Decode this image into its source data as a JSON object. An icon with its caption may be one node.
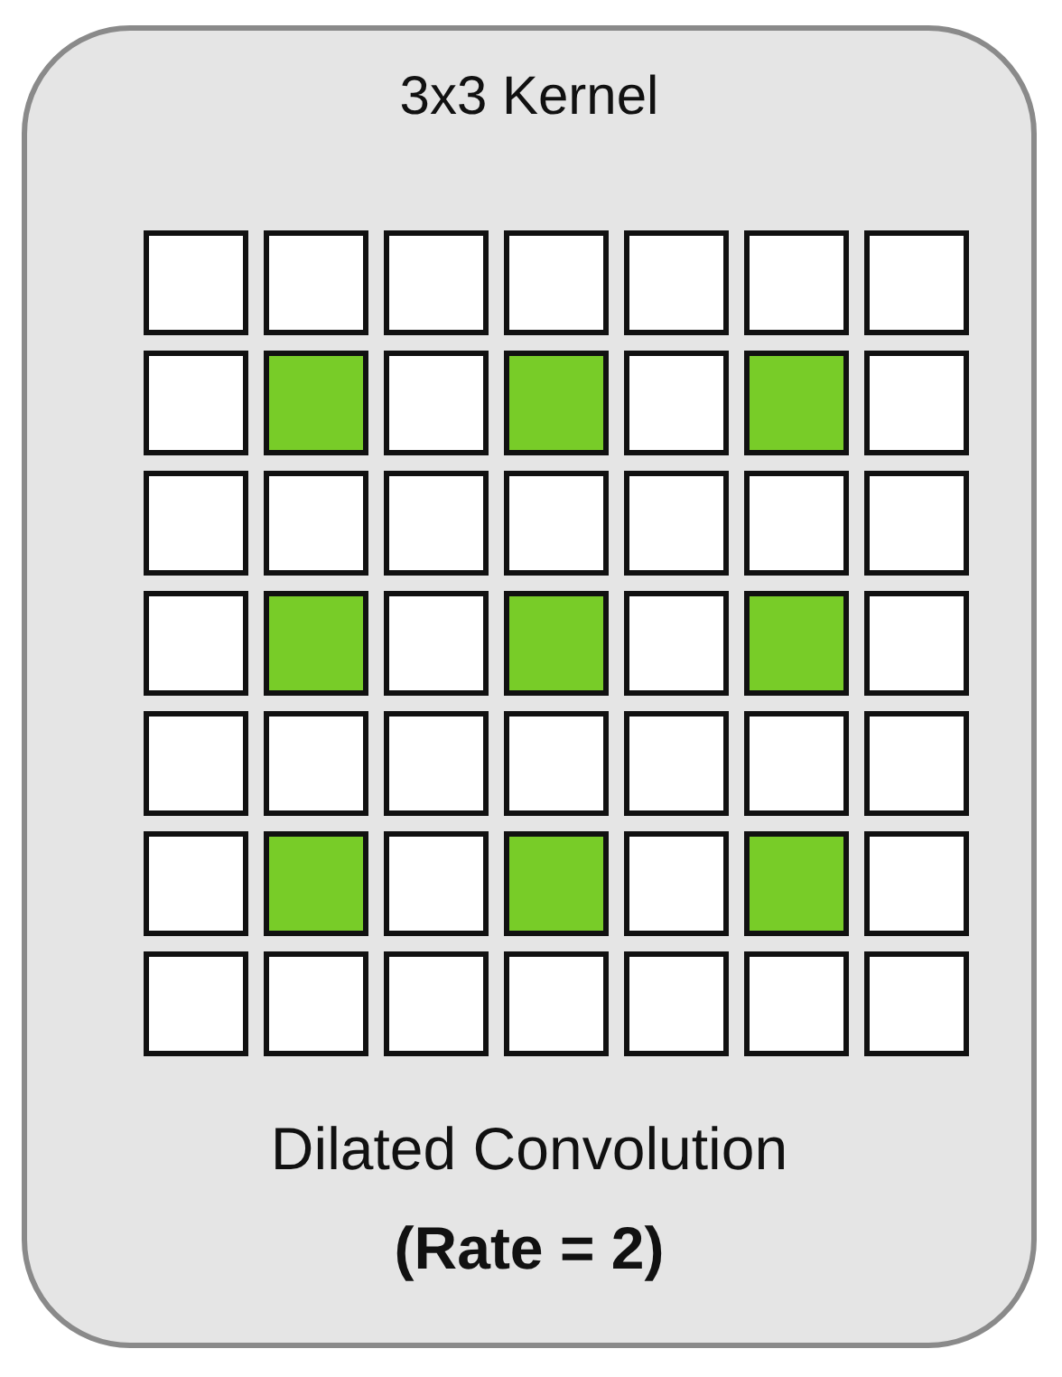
{
  "diagram": {
    "nodes": [
      {
        "text": [
          "3x3 Kernel",
          "Dilated Convolution",
          "(Rate = 2)"
        ]
      }
    ]
  }
}
